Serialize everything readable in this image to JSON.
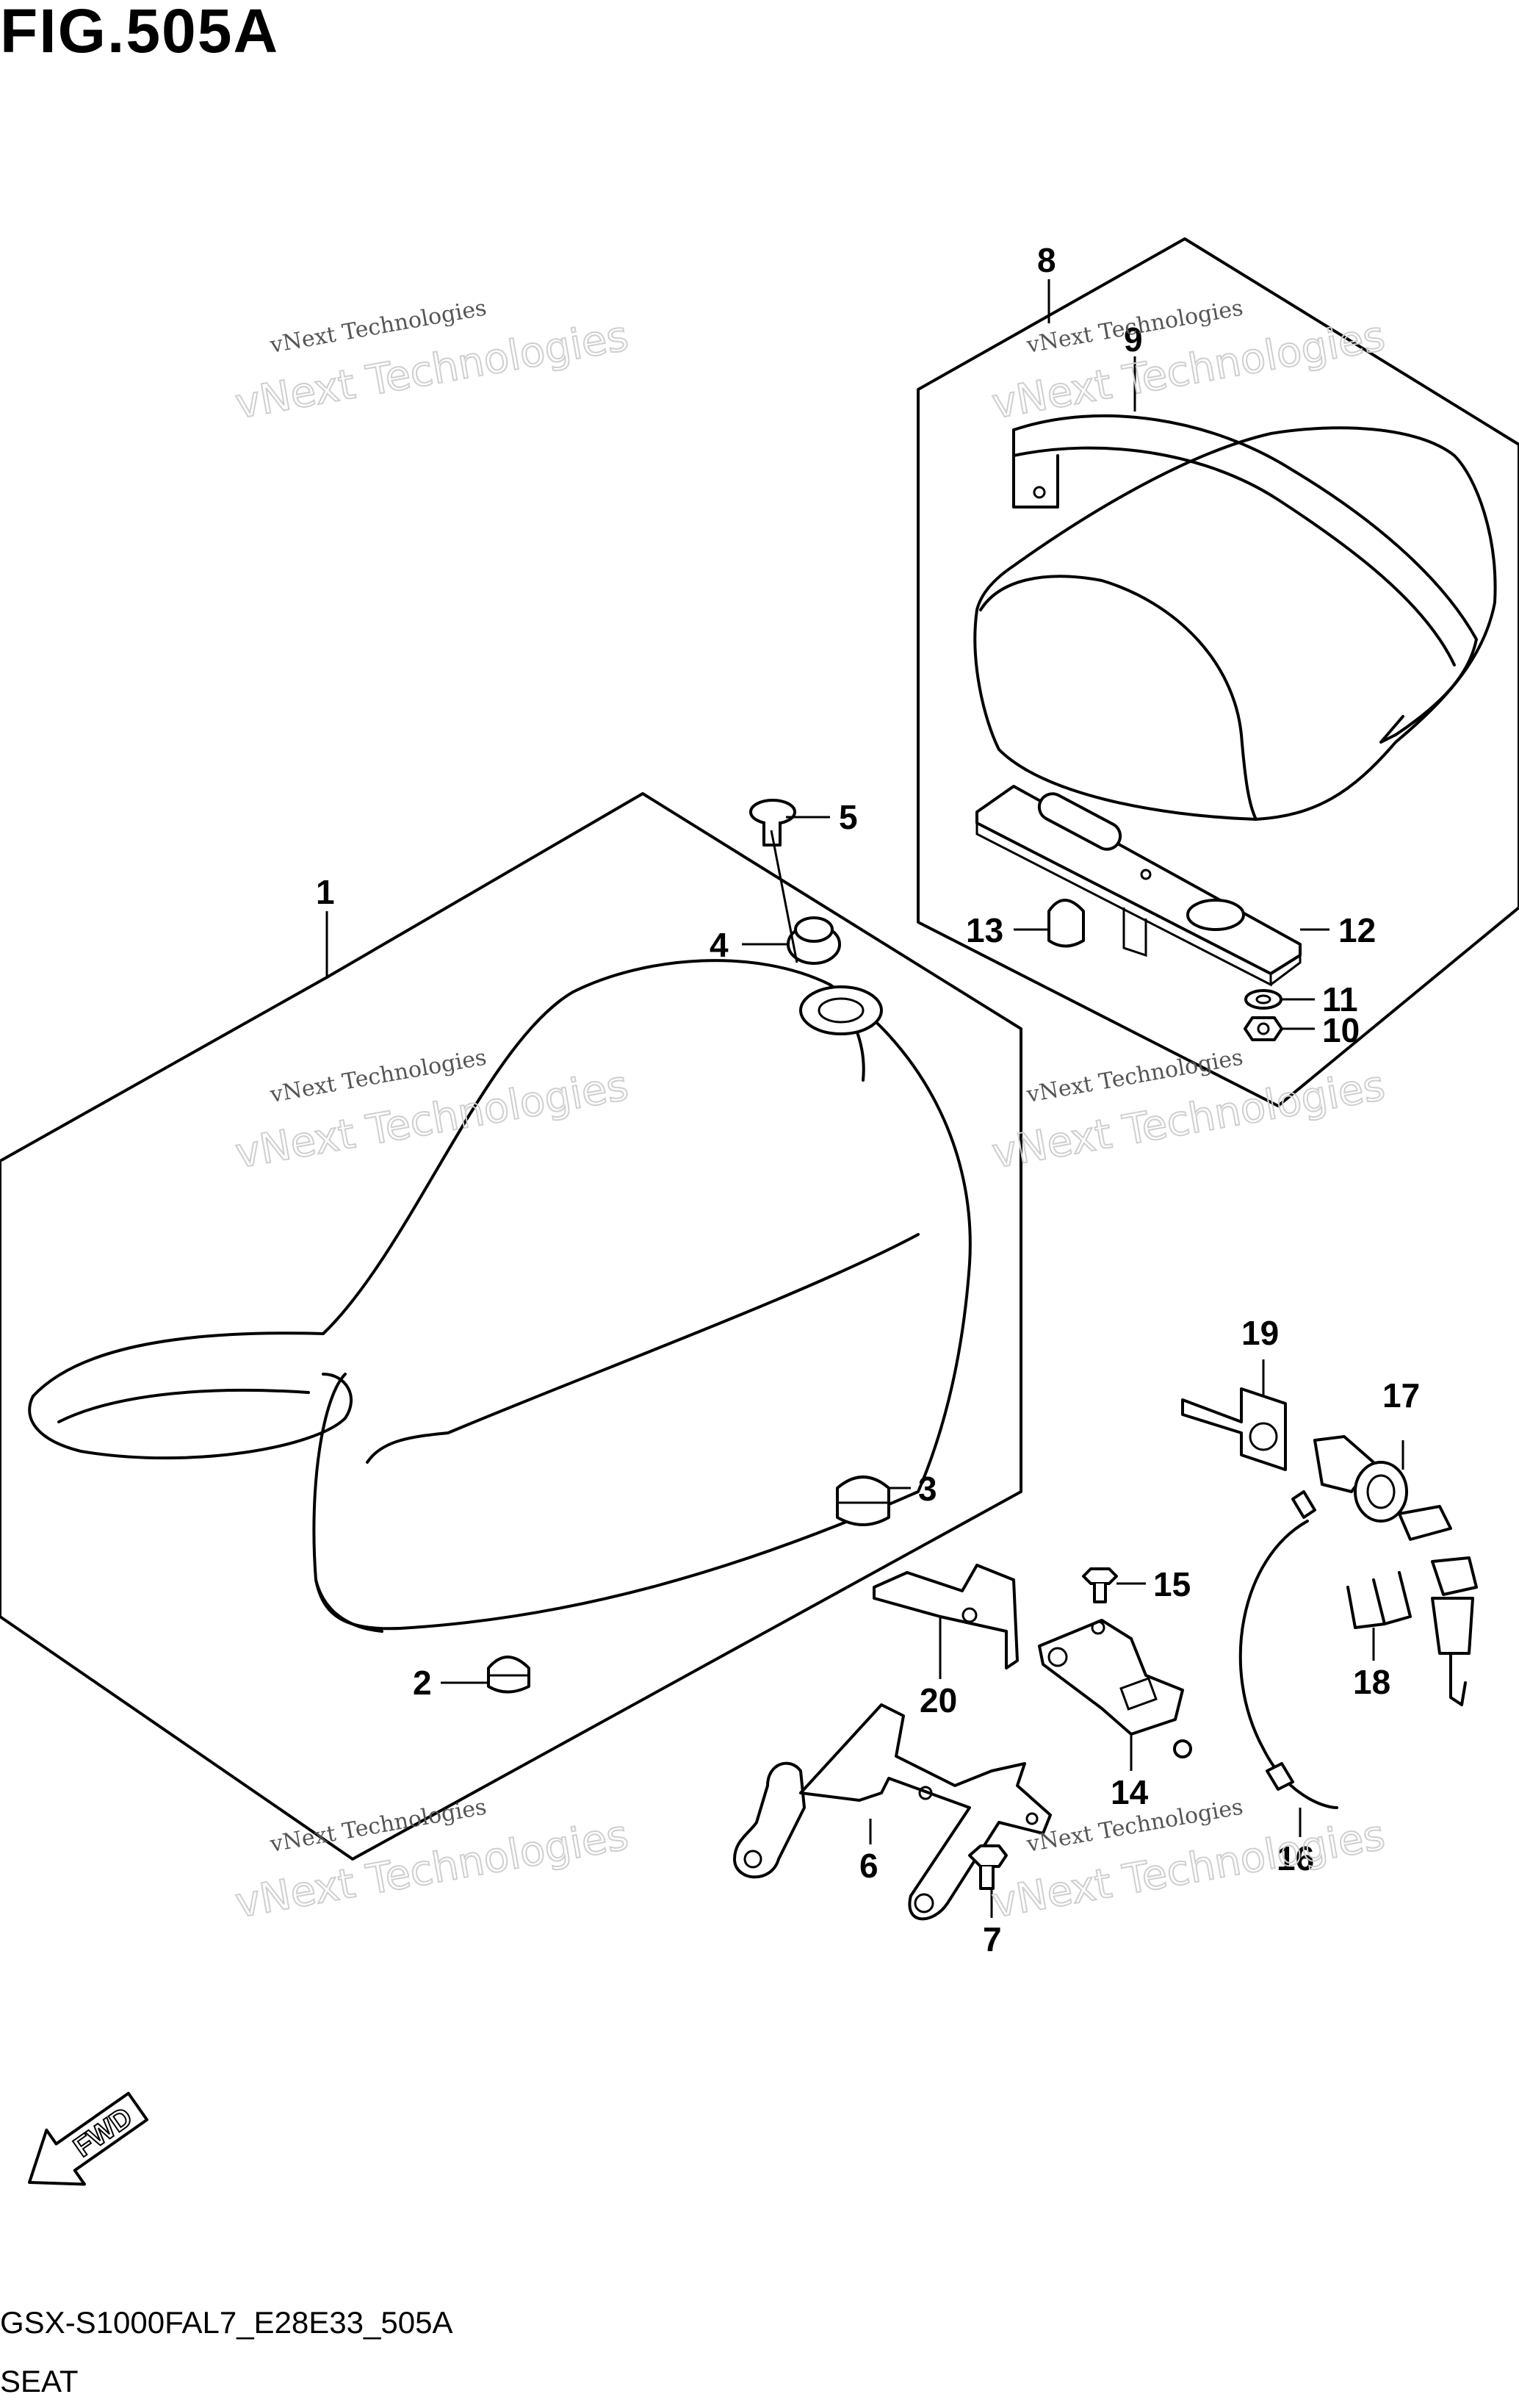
{
  "figure": {
    "title": "FIG.505A",
    "code": "GSX-S1000FAL7_E28E33_505A",
    "name": "SEAT"
  },
  "fwd_label": "FWD",
  "watermark": {
    "line1": "vNext Technologies",
    "line2": "vNext Technologies"
  },
  "callouts": [
    "1",
    "2",
    "3",
    "4",
    "5",
    "6",
    "7",
    "8",
    "9",
    "10",
    "11",
    "12",
    "13",
    "14",
    "15",
    "16",
    "17",
    "18",
    "19",
    "20"
  ]
}
